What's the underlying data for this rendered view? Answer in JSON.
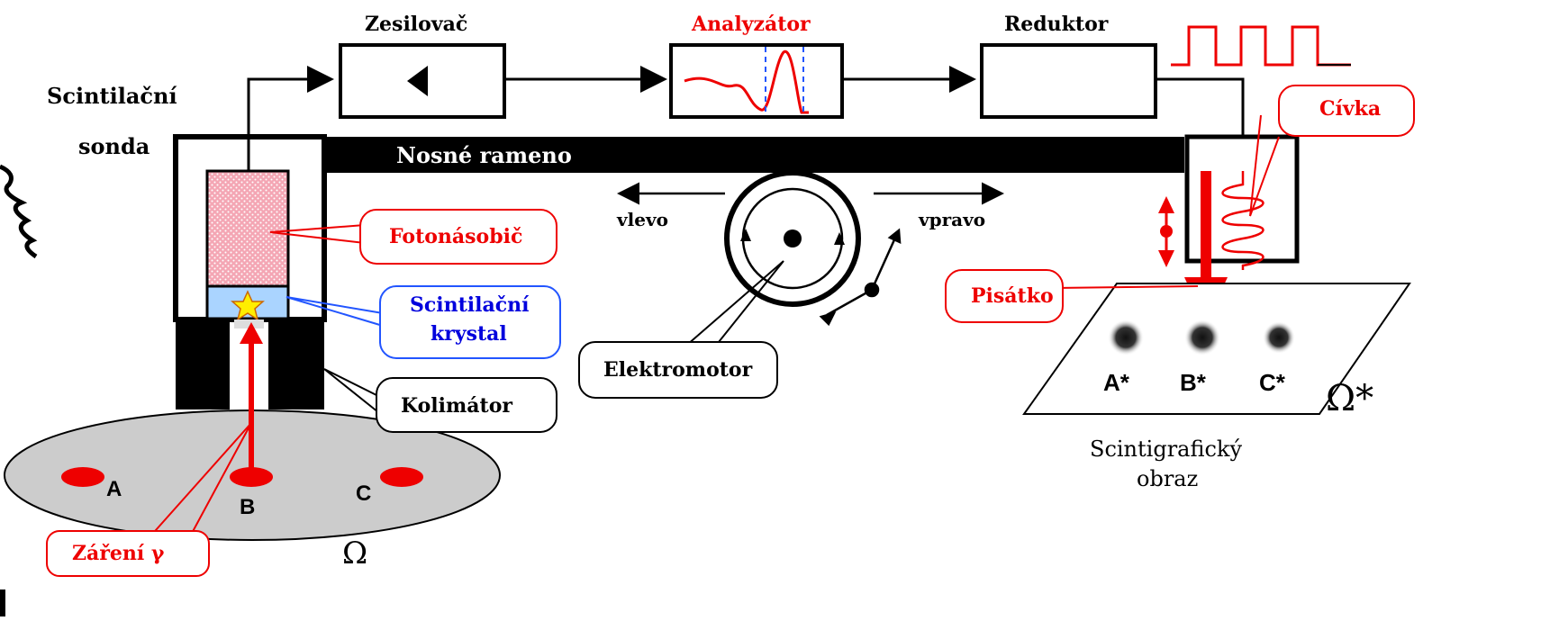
{
  "labels": {
    "zesilovac": "Zesilovač",
    "analyzator": "Analyzátor",
    "reduktor": "Reduktor",
    "scint_sonda_1": "Scintilační",
    "scint_sonda_2": "sonda",
    "nosne_rameno": "Nosné rameno",
    "vlevo": "vlevo",
    "vpravo": "vpravo",
    "civka": "Cívka",
    "fotonasobic": "Fotonásobič",
    "scint_krystal_1": "Scintilační",
    "scint_krystal_2": "krystal",
    "pisatko": "Pisátko",
    "elektromotor": "Elektromotor",
    "kolimator": "Kolimátor",
    "zareni": "Záření γ",
    "omega": "Ω",
    "omega_star": "Ω*",
    "scintigraficky_1": "Scintigrafický",
    "scintigraficky_2": "obraz",
    "source_a": "A",
    "source_b": "B",
    "source_c": "C",
    "image_a": "A*",
    "image_b": "B*",
    "image_c": "C*"
  },
  "colors": {
    "signal": "#ee0000",
    "crystal": "#aad4ff",
    "photomultiplier": "#f4a6b4",
    "patient": "#cccccc",
    "arm": "#000000",
    "callout_blue": "#2255ff"
  }
}
